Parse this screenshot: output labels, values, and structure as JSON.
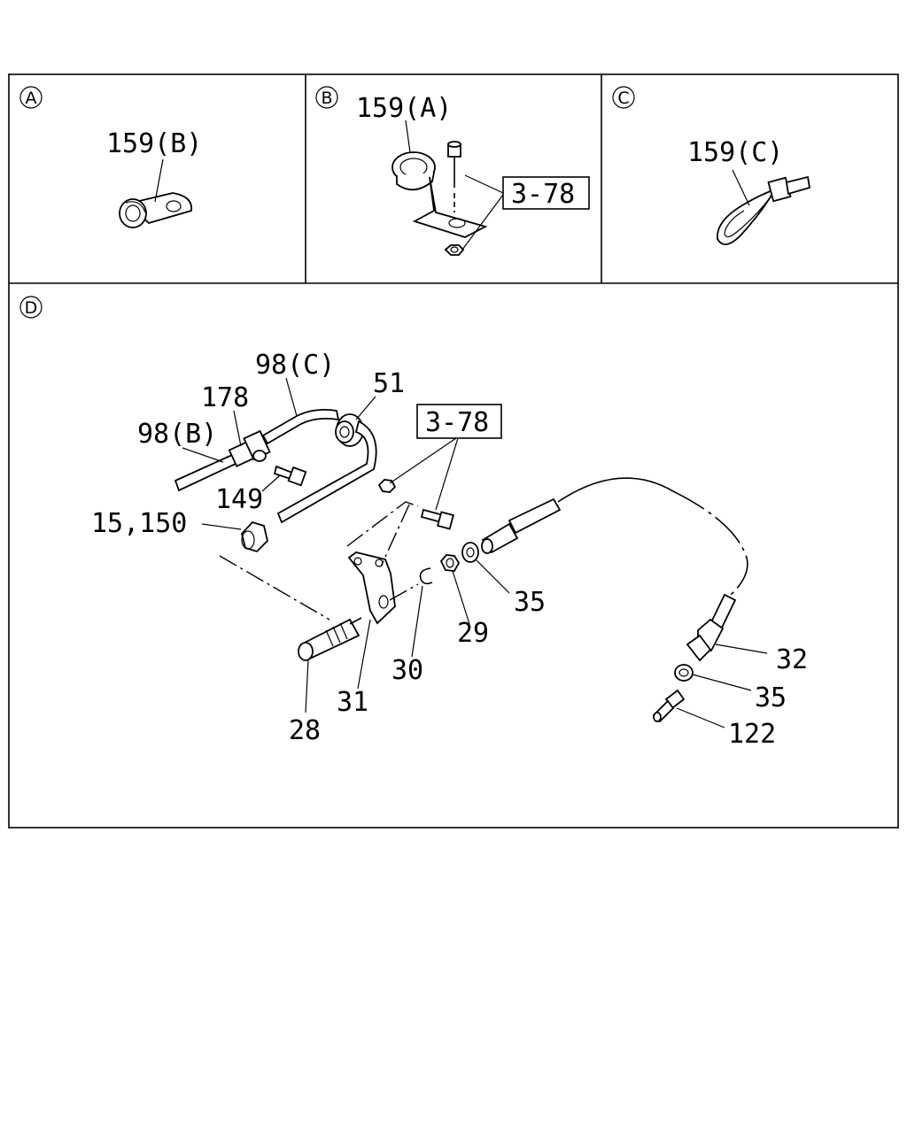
{
  "panels": {
    "a": {
      "letter": "A"
    },
    "b": {
      "letter": "B"
    },
    "c": {
      "letter": "C"
    },
    "d": {
      "letter": "D"
    }
  },
  "callouts": {
    "p159b": "159(B)",
    "p159a": "159(A)",
    "ref378_b": "3-78",
    "p159c": "159(C)",
    "p98c": "98(C)",
    "p51": "51",
    "p178": "178",
    "p98b": "98(B)",
    "ref378_d": "3-78",
    "p149": "149",
    "p15_150": "15,150",
    "p35a": "35",
    "p29": "29",
    "p30": "30",
    "p31": "31",
    "p28": "28",
    "p32": "32",
    "p35b": "35",
    "p122": "122"
  }
}
